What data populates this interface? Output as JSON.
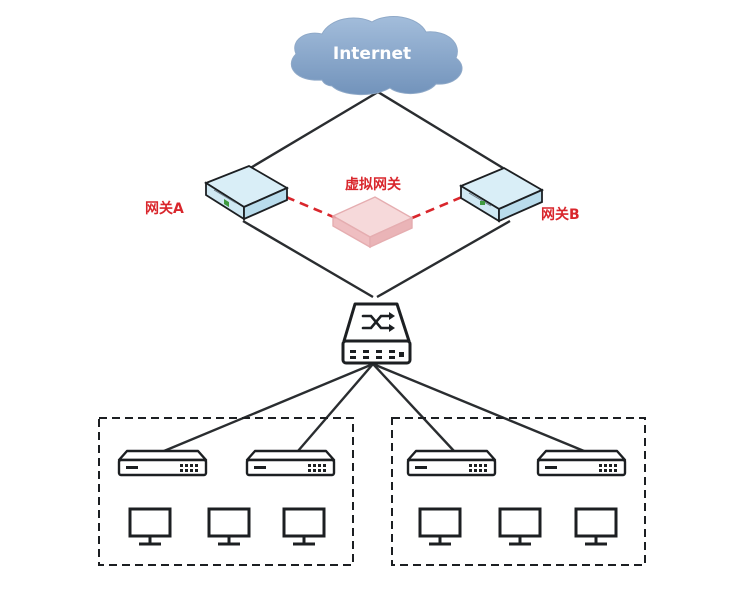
{
  "cloud": {
    "label": "Internet"
  },
  "gateways": {
    "a": {
      "label": "网关A"
    },
    "b": {
      "label": "网关B"
    },
    "virtual": {
      "label": "虚拟网关"
    }
  },
  "colors": {
    "label_red": "#d9262c",
    "virtual_link": "#d9262c",
    "cloud_fill": "#7f9fc4",
    "router_fill": "#cfe8f3",
    "virtual_fill": "#f2c4c6",
    "line": "#2a2d30"
  },
  "groups": [
    {
      "switches": 2,
      "pcs": 3
    },
    {
      "switches": 2,
      "pcs": 3
    }
  ],
  "icons": {
    "cloud": "cloud-icon",
    "gateway": "router-icon",
    "core_switch": "core-switch-icon",
    "access_switch": "access-switch-icon",
    "pc": "monitor-icon"
  }
}
